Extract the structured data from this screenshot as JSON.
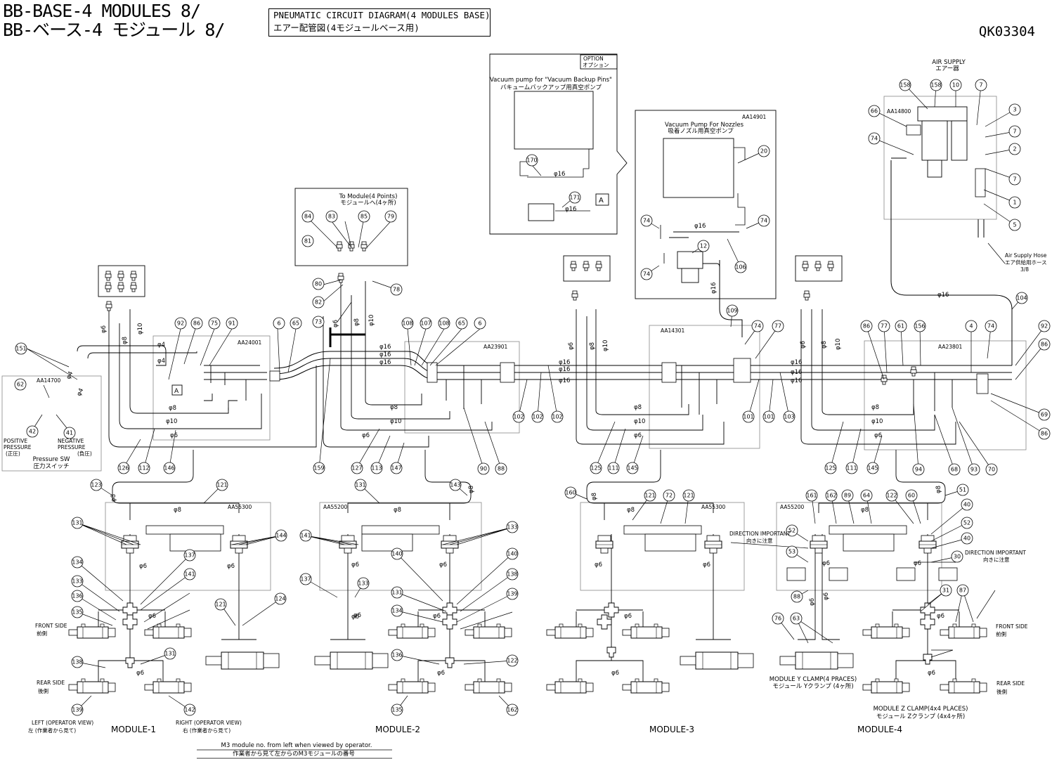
{
  "header": {
    "title_line1": "BB-BASE-4 MODULES 8/",
    "title_line2": "BB-ベース-4 モジュール 8/",
    "box_line1": "PNEUMATIC CIRCUIT DIAGRAM(4 MODULES BASE)",
    "box_line2": "エアー配管図(4モジュールベース用)",
    "doc_code": "QK03304"
  },
  "labels": {
    "option_en": "OPTION",
    "option_jp": "オプション",
    "vac_backup_en": "Vacuum pump for \"Vacuum Backup Pins\"",
    "vac_backup_jp": "バキュームバックアップ用真空ポンプ",
    "vac_nozzle_en": "Vacuum Pump For Nozzles",
    "vac_nozzle_jp": "吸着ノズル用真空ポンプ",
    "to_module_en": "To Module(4 Points)",
    "to_module_jp": "モジュールへ(4ヶ所)",
    "air_supply_en": "AIR SUPPLY",
    "air_supply_jp": "エアー器",
    "air_hose_en": "Air Supply Hose",
    "air_hose_jp": "エア供給用ホース",
    "air_hose_size": "3/8",
    "pressure_sw_en": "Pressure SW",
    "pressure_sw_jp": "圧力スイッチ",
    "pos_pressure_1": "POSITIVE",
    "pos_pressure_2": "PRESSURE",
    "pos_pressure_3": "(正圧)",
    "neg_pressure_1": "NEGATIVE",
    "neg_pressure_2": "PRESSURE",
    "neg_pressure_3": "(負圧)",
    "front_side_en": "FRONT SIDE",
    "front_side_jp": "前側",
    "rear_side_en": "REAR SIDE",
    "rear_side_jp": "後側",
    "left_en": "LEFT (OPERATOR VIEW)",
    "left_jp": "左 (作業者から見て)",
    "right_en": "RIGHT (OPERATOR VIEW)",
    "right_jp": "右 (作業者から見て)",
    "dir_important_en": "DIRECTION IMPORTANT",
    "dir_important_jp": "向きに注意",
    "y_clamp_en": "MODULE Y CLAMP(4 PRACES)",
    "y_clamp_jp": "モジュール Yクランプ (4ヶ所)",
    "z_clamp_en": "MODULE Z CLAMP(4x4 PLACES)",
    "z_clamp_jp": "モジュール Zクランプ (4x4ヶ所)",
    "footer_en": "M3 module no. from left when viewed by operator.",
    "footer_jp": "作業者から見て左からのM3モジュールの番号",
    "phi16": "φ16",
    "phi10": "φ10",
    "phi8": "φ8",
    "phi6": "φ6",
    "phi4": "φ4",
    "ref_a": "A"
  },
  "units": [
    {
      "code": "AA14700"
    },
    {
      "code": "AA24001"
    },
    {
      "code": "AA23901"
    },
    {
      "code": "AA14301"
    },
    {
      "code": "AA23801"
    },
    {
      "code": "AA14800"
    },
    {
      "code": "AA14901"
    },
    {
      "code": "AA55300"
    },
    {
      "code": "AA55200"
    },
    {
      "code": "AA55300"
    },
    {
      "code": "AA55200"
    }
  ],
  "modules": [
    "MODULE-1",
    "MODULE-2",
    "MODULE-3",
    "MODULE-4"
  ],
  "balloons": [
    "151",
    "62",
    "42",
    "41",
    "126",
    "112",
    "146",
    "92",
    "86",
    "75",
    "91",
    "6",
    "65",
    "84",
    "83",
    "85",
    "79",
    "81",
    "80",
    "82",
    "73",
    "78",
    "159",
    "108",
    "107",
    "108",
    "65",
    "6",
    "127",
    "113",
    "147",
    "90",
    "88",
    "170",
    "171",
    "102",
    "102",
    "102",
    "20",
    "74",
    "74",
    "12",
    "74",
    "106",
    "109",
    "74",
    "77",
    "125",
    "111",
    "145",
    "101",
    "101",
    "103",
    "86",
    "77",
    "61",
    "156",
    "4",
    "74",
    "92",
    "86",
    "69",
    "86",
    "125",
    "111",
    "145",
    "94",
    "68",
    "93",
    "70",
    "104",
    "66",
    "74",
    "158",
    "158",
    "10",
    "7",
    "3",
    "7",
    "2",
    "7",
    "1",
    "5",
    "123",
    "121",
    "131",
    "137",
    "134",
    "133",
    "141",
    "136",
    "135",
    "138",
    "139",
    "131",
    "142",
    "144",
    "121",
    "124",
    "131",
    "143",
    "141",
    "137",
    "133",
    "140",
    "131",
    "134",
    "133",
    "140",
    "138",
    "139",
    "136",
    "135",
    "122",
    "162",
    "160",
    "121",
    "72",
    "121",
    "161",
    "162",
    "89",
    "64",
    "122",
    "60",
    "51",
    "40",
    "52",
    "40",
    "52",
    "53",
    "30",
    "88",
    "76",
    "63",
    "31",
    "87"
  ]
}
